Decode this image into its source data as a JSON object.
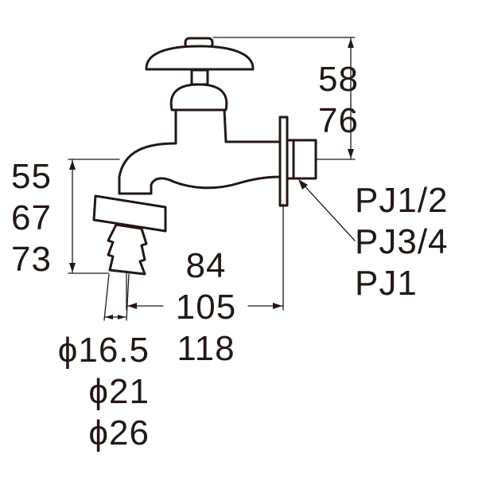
{
  "height_dims": [
    "58",
    "76"
  ],
  "spout_dims": [
    "55",
    "67",
    "73"
  ],
  "thread_labels": [
    "PJ1/2",
    "PJ3/4",
    "PJ1"
  ],
  "length_dims": [
    "84",
    "105",
    "118"
  ],
  "diameter_dims": [
    "ϕ16.5",
    "ϕ21",
    "ϕ26"
  ],
  "colors": {
    "line": "#231815",
    "fill": "#ffffff"
  }
}
